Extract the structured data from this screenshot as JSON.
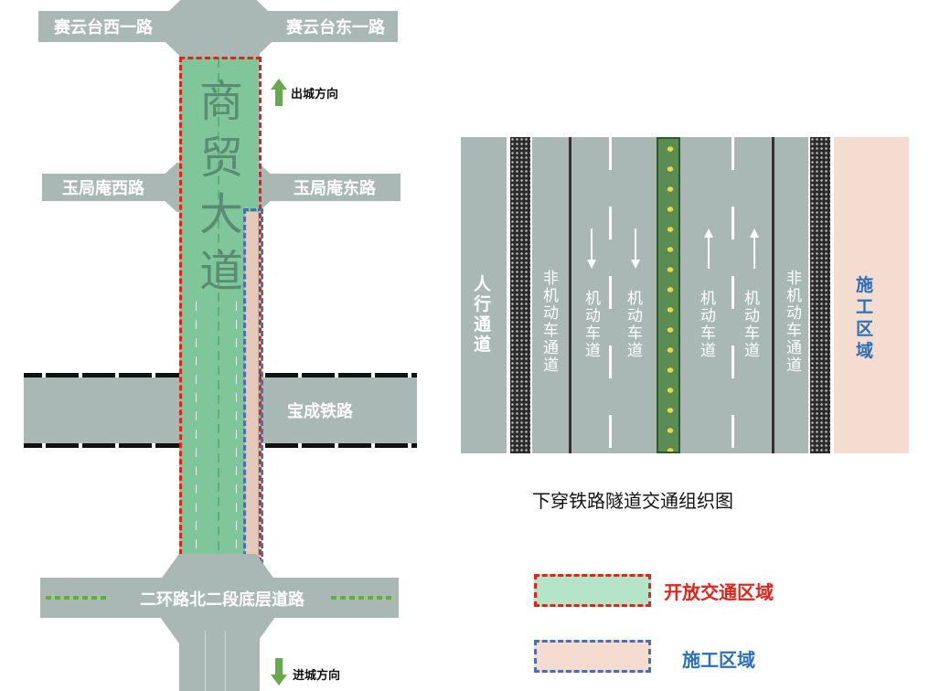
{
  "map": {
    "roads": {
      "top_left": "赛云台西一路",
      "top_right": "赛云台东一路",
      "mid_left": "玉局庵西路",
      "mid_right": "玉局庵东路",
      "railway": "宝成铁路",
      "bottom": "二环路北二段底层道路",
      "main_vertical_chars": [
        "商",
        "贸",
        "大",
        "道"
      ]
    },
    "directions": {
      "out_city": "出城方向",
      "in_city": "进城方向"
    }
  },
  "cross_section": {
    "lanes": [
      {
        "id": "pedestrian",
        "chars": [
          "人",
          "行",
          "通",
          "道"
        ]
      },
      {
        "id": "non-motor-left",
        "chars": [
          "非",
          "机",
          "动",
          "车",
          "通",
          "道"
        ]
      },
      {
        "id": "motor-1",
        "chars": [
          "机",
          "动",
          "车",
          "道"
        ]
      },
      {
        "id": "motor-2",
        "chars": [
          "机",
          "动",
          "车",
          "道"
        ]
      },
      {
        "id": "motor-3",
        "chars": [
          "机",
          "动",
          "车",
          "道"
        ]
      },
      {
        "id": "motor-4",
        "chars": [
          "机",
          "动",
          "车",
          "道"
        ]
      },
      {
        "id": "non-motor-right",
        "chars": [
          "非",
          "机",
          "动",
          "车",
          "通",
          "道"
        ]
      },
      {
        "id": "construction",
        "chars": [
          "施",
          "工",
          "区",
          "域"
        ]
      }
    ],
    "title": "下穿铁路隧道交通组织图"
  },
  "legend": {
    "open_traffic": "开放交通区域",
    "construction": "施工区域"
  },
  "colors": {
    "road": "#a9b8b5",
    "open_zone": "#7fc79a",
    "construction_zone": "#f5dcd0",
    "red_border": "#e2231a",
    "blue_border": "#4a6fb0",
    "construction_text": "#2a6fb8",
    "arrow": "#6aa84f"
  }
}
